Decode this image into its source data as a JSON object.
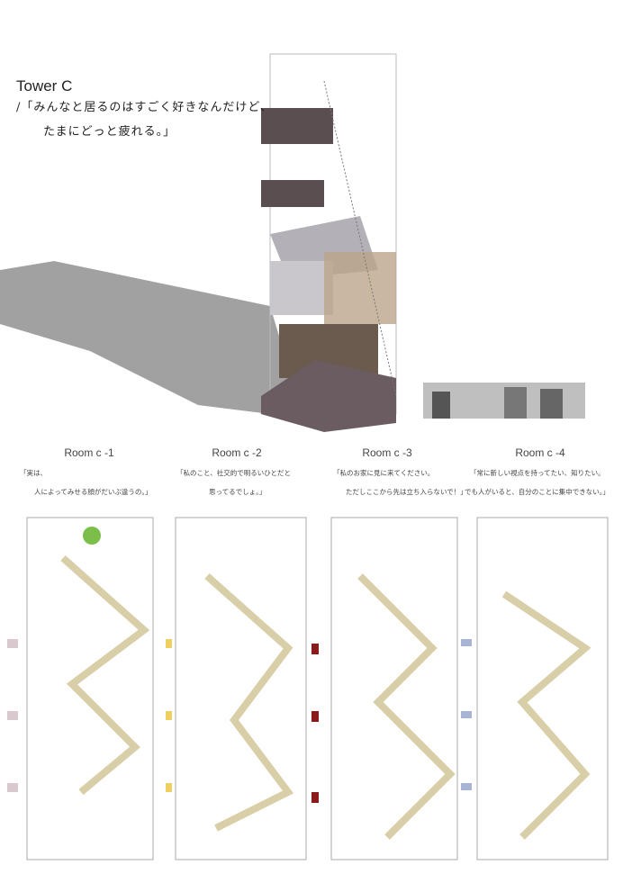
{
  "header": {
    "title": "Tower C",
    "quote_line1": "/「みんなと居るのはすごく好きなんだけど、",
    "quote_line2": "たまにどっと疲れる。」"
  },
  "rooms": [
    {
      "label": "Room c -1",
      "caption_line1": "「実は、",
      "caption_line2": "人によってみせる顔がだいぶ違うの。」",
      "swatch_color": "#d9c9cf"
    },
    {
      "label": "Room c -2",
      "caption_line1": "「私のこと、社交的で明るいひとだと",
      "caption_line2": "思ってるでしょ。」",
      "swatch_color": "#f0d060"
    },
    {
      "label": "Room c -3",
      "caption_line1": "「私のお家に見に来てください。",
      "caption_line2": "ただしここから先は立ち入らないで！」",
      "swatch_color": "#8b1a1a"
    },
    {
      "label": "Room c -4",
      "caption_line1": "「常に新しい視点を持ってたい、知りたい。",
      "caption_line2": "でも人がいると、自分のことに集中できない。」",
      "swatch_color": "#a8b4d4"
    }
  ]
}
